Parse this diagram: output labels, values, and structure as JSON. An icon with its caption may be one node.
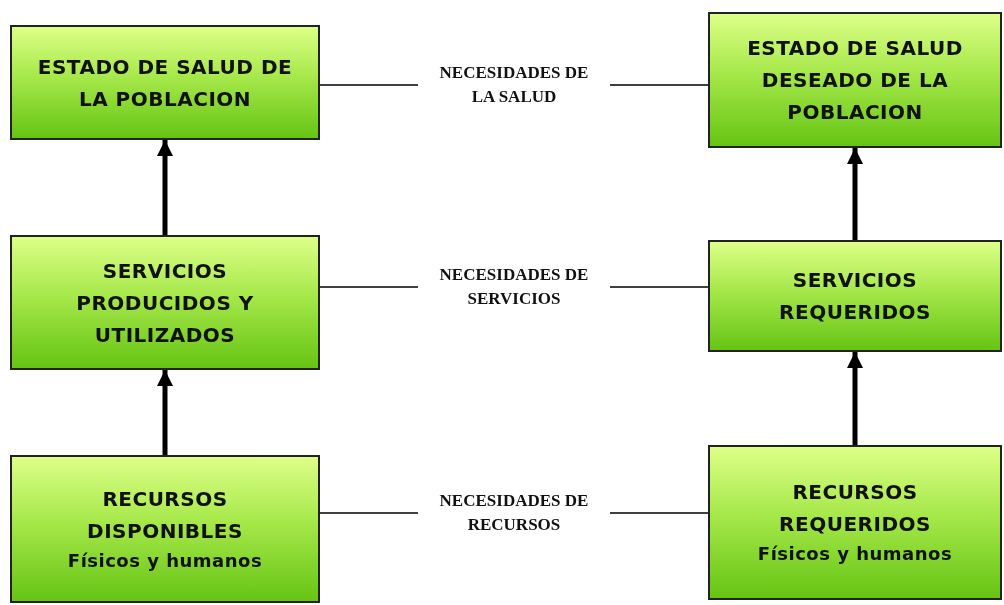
{
  "diagram": {
    "nodes": [
      {
        "text": [
          "ESTADO DE SALUD DE LA POBLACION"
        ]
      },
      {
        "text": [
          "NECESIDADES DE LA SALUD"
        ]
      },
      {
        "text": [
          "ESTADO DE SALUD DESEADO DE LA POBLACION"
        ]
      },
      {
        "text": [
          "SERVICIOS PRODUCIDOS Y UTILIZADOS"
        ]
      },
      {
        "text": [
          "NECESIDADES DE SERVICIOS"
        ]
      },
      {
        "text": [
          "SERVICIOS REQUERIDOS"
        ]
      },
      {
        "text": [
          "RECURSOS DISPONIBLES",
          "Físicos y humanos"
        ]
      },
      {
        "text": [
          "NECESIDADES DE RECURSOS"
        ]
      },
      {
        "text": [
          "RECURSOS REQUERIDOS",
          "Físicos y humanos"
        ]
      }
    ],
    "edges": [
      {
        "from": 0,
        "to": 1,
        "arrow": "none"
      },
      {
        "from": 1,
        "to": 2,
        "arrow": "none"
      },
      {
        "from": 3,
        "to": 4,
        "arrow": "none"
      },
      {
        "from": 4,
        "to": 5,
        "arrow": "none"
      },
      {
        "from": 6,
        "to": 7,
        "arrow": "none"
      },
      {
        "from": 7,
        "to": 8,
        "arrow": "none"
      },
      {
        "from": 3,
        "to": 0,
        "arrow": "to",
        "style": "thick"
      },
      {
        "from": 6,
        "to": 3,
        "arrow": "to",
        "style": "thick"
      },
      {
        "from": 5,
        "to": 2,
        "arrow": "to",
        "style": "thick"
      },
      {
        "from": 8,
        "to": 5,
        "arrow": "to",
        "style": "thick"
      }
    ]
  }
}
